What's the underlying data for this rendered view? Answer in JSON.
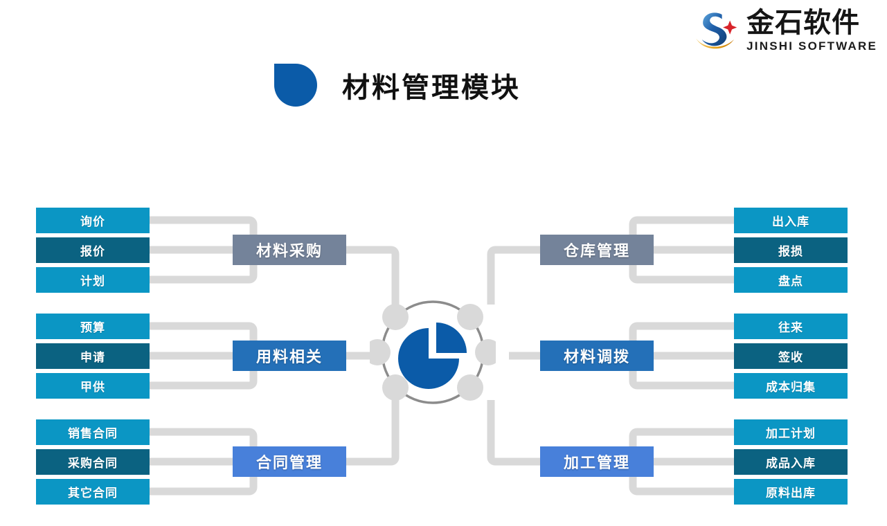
{
  "brand": {
    "logo_icon": "jinshi-s-swoosh-logo",
    "name_cn": "金石软件",
    "name_en": "JINSHI SOFTWARE",
    "logo_blue": "#1F5FA9",
    "logo_gold": "#E8A317",
    "logo_red": "#D8232A"
  },
  "header": {
    "drop_icon": "blue-droplet-shape",
    "title": "材料管理模块"
  },
  "center": {
    "icon": "pie-chart-icon",
    "circle_color": "#8C8C8C",
    "node_color": "#D9D9D9",
    "pie_color": "#0B5BA8",
    "node_count": 6
  },
  "palette": {
    "leaf_light": "#0B96C4",
    "leaf_dark": "#0B6281",
    "hub_slate": "#74839A",
    "hub_blue": "#2470B8",
    "hub_light_blue": "#4880DA",
    "wire": "#D9D9D9",
    "wire_outline": "#8C8C8C"
  },
  "groups": [
    {
      "side": "left",
      "hub": {
        "label": "材料采购",
        "color_key": "hub_slate"
      },
      "leaves": [
        {
          "label": "询价",
          "color_key": "leaf_light"
        },
        {
          "label": "报价",
          "color_key": "leaf_dark"
        },
        {
          "label": "计划",
          "color_key": "leaf_light"
        }
      ]
    },
    {
      "side": "left",
      "hub": {
        "label": "用料相关",
        "color_key": "hub_blue"
      },
      "leaves": [
        {
          "label": "预算",
          "color_key": "leaf_light"
        },
        {
          "label": "申请",
          "color_key": "leaf_dark"
        },
        {
          "label": "甲供",
          "color_key": "leaf_light"
        }
      ]
    },
    {
      "side": "left",
      "hub": {
        "label": "合同管理",
        "color_key": "hub_light_blue"
      },
      "leaves": [
        {
          "label": "销售合同",
          "color_key": "leaf_light"
        },
        {
          "label": "采购合同",
          "color_key": "leaf_dark"
        },
        {
          "label": "其它合同",
          "color_key": "leaf_light"
        }
      ]
    },
    {
      "side": "right",
      "hub": {
        "label": "仓库管理",
        "color_key": "hub_slate"
      },
      "leaves": [
        {
          "label": "出入库",
          "color_key": "leaf_light"
        },
        {
          "label": "报损",
          "color_key": "leaf_dark"
        },
        {
          "label": "盘点",
          "color_key": "leaf_light"
        }
      ]
    },
    {
      "side": "right",
      "hub": {
        "label": "材料调拨",
        "color_key": "hub_blue"
      },
      "leaves": [
        {
          "label": "往来",
          "color_key": "leaf_light"
        },
        {
          "label": "签收",
          "color_key": "leaf_dark"
        },
        {
          "label": "成本归集",
          "color_key": "leaf_light"
        }
      ]
    },
    {
      "side": "right",
      "hub": {
        "label": "加工管理",
        "color_key": "hub_light_blue"
      },
      "leaves": [
        {
          "label": "加工计划",
          "color_key": "leaf_light"
        },
        {
          "label": "成品入库",
          "color_key": "leaf_dark"
        },
        {
          "label": "原料出库",
          "color_key": "leaf_light"
        }
      ]
    }
  ]
}
